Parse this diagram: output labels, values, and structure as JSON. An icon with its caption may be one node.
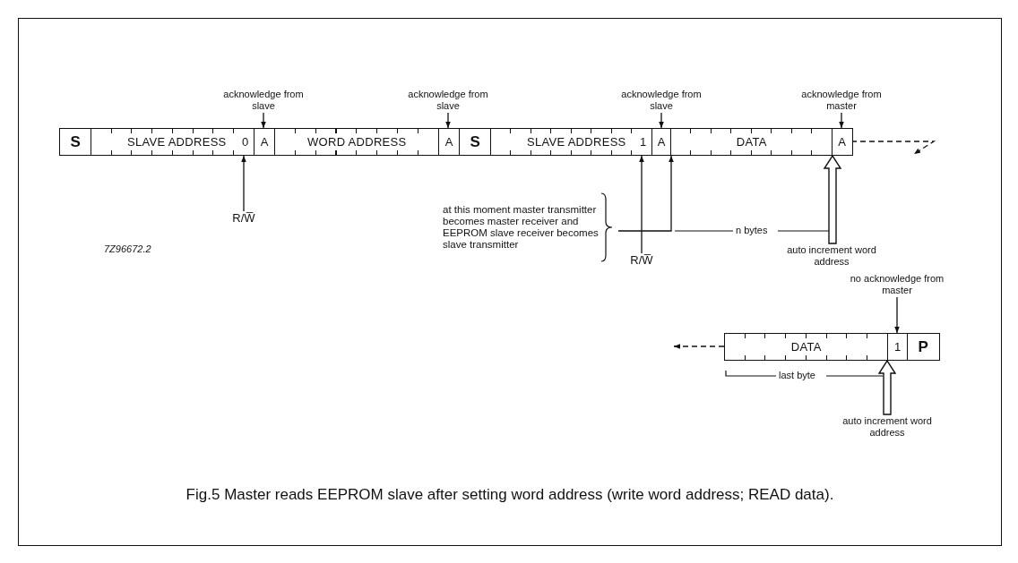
{
  "diagram": {
    "caption": "Fig.5  Master reads EEPROM slave after setting word address (write word address; READ data).",
    "nodes": [
      {
        "text": [
          "S"
        ]
      },
      {
        "text": [
          "SLAVE ADDRESS",
          "0"
        ]
      },
      {
        "text": [
          "A"
        ]
      },
      {
        "text": [
          "WORD ADDRESS"
        ]
      },
      {
        "text": [
          "A"
        ]
      },
      {
        "text": [
          "S"
        ]
      },
      {
        "text": [
          "SLAVE ADDRESS",
          "1"
        ]
      },
      {
        "text": [
          "A"
        ]
      },
      {
        "text": [
          "DATA"
        ]
      },
      {
        "text": [
          "A"
        ]
      },
      {
        "text": [
          "DATA"
        ]
      },
      {
        "text": [
          "1"
        ]
      },
      {
        "text": [
          "P"
        ]
      },
      {
        "text": [
          "acknowledge from slave"
        ]
      },
      {
        "text": [
          "acknowledge from slave"
        ]
      },
      {
        "text": [
          "acknowledge from slave"
        ]
      },
      {
        "text": [
          "acknowledge from master"
        ]
      },
      {
        "text": [
          "R/W̅"
        ]
      },
      {
        "text": [
          "R/W̅"
        ]
      },
      {
        "text": [
          "at this moment master transmitter becomes master receiver and EEPROM slave receiver becomes slave transmitter"
        ]
      },
      {
        "text": [
          "auto increment word address"
        ]
      },
      {
        "text": [
          "no acknowledge from master"
        ]
      },
      {
        "text": [
          "auto increment word address"
        ]
      }
    ],
    "edges": [
      {
        "from": 13,
        "to": 2,
        "arrow": "to"
      },
      {
        "from": 14,
        "to": 4,
        "arrow": "to"
      },
      {
        "from": 15,
        "to": 7,
        "arrow": "to"
      },
      {
        "from": 16,
        "to": 9,
        "arrow": "to"
      },
      {
        "from": 17,
        "to": 1,
        "arrow": "to"
      },
      {
        "from": 18,
        "to": 6,
        "arrow": "to"
      },
      {
        "from": 19,
        "to": 8,
        "arrow": "to"
      },
      {
        "from": 20,
        "to": 9,
        "arrow": "to",
        "style": "thick"
      },
      {
        "from": 9,
        "to": null,
        "arrow": "to",
        "style": "dashed"
      },
      {
        "from": 10,
        "to": null,
        "arrow": "to",
        "style": "dashed"
      },
      {
        "from": 21,
        "to": 11,
        "arrow": "to"
      },
      {
        "from": 22,
        "to": 11,
        "arrow": "to",
        "style": "thick"
      }
    ],
    "labels": [
      "n bytes",
      "7Z96672.2",
      "last byte"
    ]
  }
}
